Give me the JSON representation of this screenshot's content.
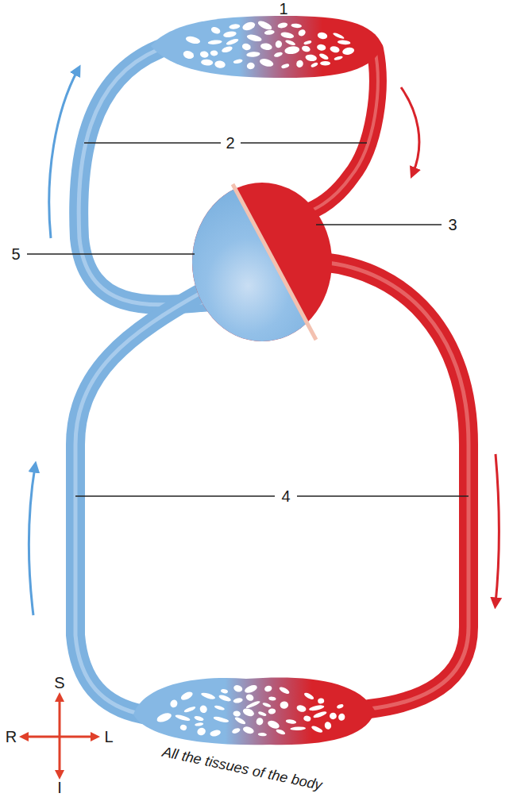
{
  "diagram": {
    "labels": [
      "1",
      "2",
      "3",
      "4",
      "5",
      "All the tissues of the body",
      "S",
      "R",
      "L",
      "I"
    ]
  }
}
